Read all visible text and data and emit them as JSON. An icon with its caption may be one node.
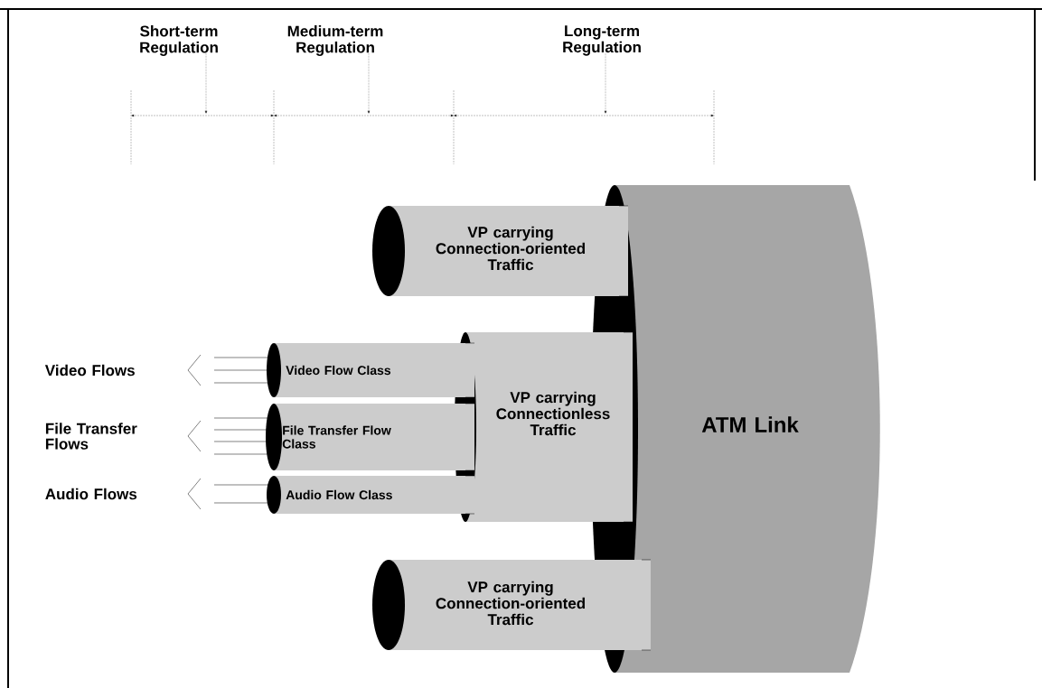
{
  "diagram": {
    "nodes": [
      {
        "text": [
          "Short-term Regulation"
        ]
      },
      {
        "text": [
          "Medium-term Regulation"
        ]
      },
      {
        "text": [
          "Long-term Regulation"
        ]
      },
      {
        "text": [
          "ATM Link"
        ]
      },
      {
        "text": [
          "VP carrying Connection-oriented Traffic"
        ]
      },
      {
        "text": [
          "VP carrying Connectionless Traffic"
        ]
      },
      {
        "text": [
          "Video Flow Class"
        ]
      },
      {
        "text": [
          "File Transfer Flow Class"
        ]
      },
      {
        "text": [
          "Audio Flow Class"
        ]
      },
      {
        "text": [
          "VP carrying Connection-oriented Traffic"
        ]
      }
    ],
    "edges": [
      {
        "from": 0,
        "to": null,
        "arrow": "to",
        "style": "dashed"
      },
      {
        "from": 1,
        "to": null,
        "arrow": "to",
        "style": "dashed"
      },
      {
        "from": 2,
        "to": null,
        "arrow": "to",
        "style": "dashed"
      }
    ],
    "labels": [
      "Video Flows",
      "File Transfer Flows",
      "Audio Flows"
    ]
  }
}
